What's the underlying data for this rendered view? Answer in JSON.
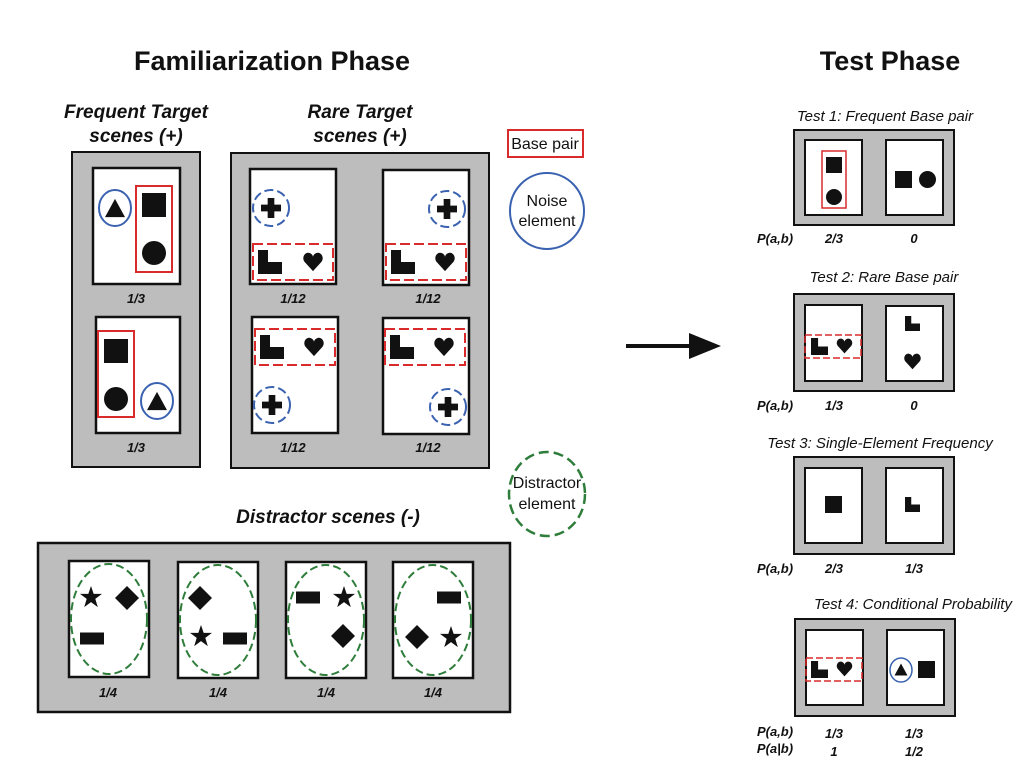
{
  "familiarization": {
    "title": "Familiarization Phase",
    "frequent": {
      "title_line1": "Frequent Target",
      "title_line2": "scenes (+)",
      "probs": [
        "1/3",
        "1/3"
      ]
    },
    "rare": {
      "title_line1": "Rare Target",
      "title_line2": "scenes (+)",
      "probs": [
        "1/12",
        "1/12",
        "1/12",
        "1/12"
      ]
    },
    "distractor": {
      "title": "Distractor scenes (-)",
      "probs": [
        "1/4",
        "1/4",
        "1/4",
        "1/4"
      ]
    }
  },
  "legend": {
    "base_pair": "Base pair",
    "noise_line1": "Noise",
    "noise_line2": "element",
    "distractor_line1": "Distractor",
    "distractor_line2": "element"
  },
  "colors": {
    "base_pair": "#d92b2b",
    "noise": "#3a62b0",
    "distractor": "#2e7d3a",
    "panel": "#bdbdbd"
  },
  "test": {
    "title": "Test Phase",
    "tests": [
      {
        "title": "Test 1: Frequent Base pair",
        "row1_label": "P(a,b)",
        "row1": [
          "2/3",
          "0"
        ]
      },
      {
        "title": "Test 2: Rare Base pair",
        "row1_label": "P(a,b)",
        "row1": [
          "1/3",
          "0"
        ]
      },
      {
        "title": "Test 3: Single-Element Frequency",
        "row1_label": "P(a,b)",
        "row1": [
          "2/3",
          "1/3"
        ]
      },
      {
        "title": "Test 4: Conditional Probability",
        "row1_label": "P(a,b)",
        "row1": [
          "1/3",
          "1/3"
        ],
        "row2_label": "P(a|b)",
        "row2": [
          "1",
          "1/2"
        ]
      }
    ]
  }
}
